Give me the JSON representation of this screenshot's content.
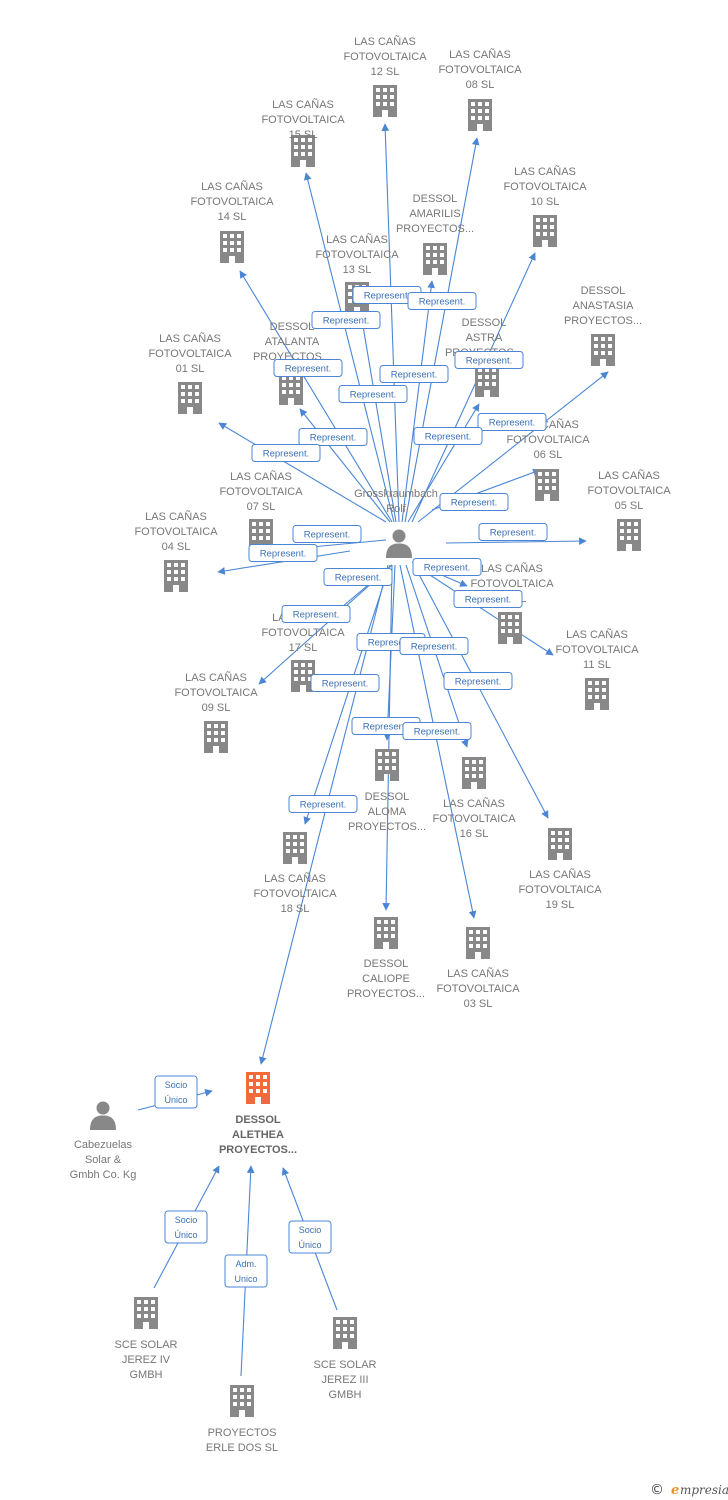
{
  "colors": {
    "edge": "#4a86d4",
    "node_icon": "#888888",
    "focus_icon": "#f26a3b",
    "label": "#777777"
  },
  "nodes": [
    {
      "id": "rolf",
      "icon": "person-icon",
      "lines": [
        "Grosskraumbach",
        "Rolf"
      ]
    },
    {
      "id": "c12",
      "icon": "building-icon",
      "lines": [
        "LAS CAÑAS",
        "FOTOVOLTAICA",
        "12 SL"
      ]
    },
    {
      "id": "c08",
      "icon": "building-icon",
      "lines": [
        "LAS CAÑAS",
        "FOTOVOLTAICA",
        "08 SL"
      ]
    },
    {
      "id": "c15",
      "icon": "building-icon",
      "lines": [
        "LAS CAÑAS",
        "FOTOVOLTAICA",
        "15 SL"
      ]
    },
    {
      "id": "c10",
      "icon": "building-icon",
      "lines": [
        "LAS CAÑAS",
        "FOTOVOLTAICA",
        "10 SL"
      ]
    },
    {
      "id": "c14",
      "icon": "building-icon",
      "lines": [
        "LAS CAÑAS",
        "FOTOVOLTAICA",
        "14 SL"
      ]
    },
    {
      "id": "amarilis",
      "icon": "building-icon",
      "lines": [
        "DESSOL",
        "AMARILIS",
        "PROYECTOS..."
      ]
    },
    {
      "id": "c13",
      "icon": "building-icon",
      "lines": [
        "LAS CAÑAS",
        "FOTOVOLTAICA",
        "13 SL"
      ]
    },
    {
      "id": "anastasia",
      "icon": "building-icon",
      "lines": [
        "DESSOL",
        "ANASTASIA",
        "PROYECTOS..."
      ]
    },
    {
      "id": "atalanta",
      "icon": "building-icon",
      "lines": [
        "DESSOL",
        "ATALANTA",
        "PROYECTOS..."
      ]
    },
    {
      "id": "astra",
      "icon": "building-icon",
      "lines": [
        "DESSOL",
        "ASTRA",
        "PROYECTOS..."
      ]
    },
    {
      "id": "c01",
      "icon": "building-icon",
      "lines": [
        "LAS CAÑAS",
        "FOTOVOLTAICA",
        "01 SL"
      ]
    },
    {
      "id": "c06",
      "icon": "building-icon",
      "lines": [
        "LAS CAÑAS",
        "FOTOVOLTAICA",
        "06 SL"
      ]
    },
    {
      "id": "c07",
      "icon": "building-icon",
      "lines": [
        "LAS CAÑAS",
        "FOTOVOLTAICA",
        "07 SL"
      ]
    },
    {
      "id": "c05",
      "icon": "building-icon",
      "lines": [
        "LAS CAÑAS",
        "FOTOVOLTAICA",
        "05 SL"
      ]
    },
    {
      "id": "c04",
      "icon": "building-icon",
      "lines": [
        "LAS CAÑAS",
        "FOTOVOLTAICA",
        "04 SL"
      ]
    },
    {
      "id": "c02",
      "icon": "building-icon",
      "lines": [
        "LAS CAÑAS",
        "FOTOVOLTAICA",
        "02 SL"
      ]
    },
    {
      "id": "c17",
      "icon": "building-icon",
      "lines": [
        "LAS CAÑAS",
        "FOTOVOLTAICA",
        "17 SL"
      ]
    },
    {
      "id": "c11",
      "icon": "building-icon",
      "lines": [
        "LAS CAÑAS",
        "FOTOVOLTAICA",
        "11 SL"
      ]
    },
    {
      "id": "c09",
      "icon": "building-icon",
      "lines": [
        "LAS CAÑAS",
        "FOTOVOLTAICA",
        "09 SL"
      ]
    },
    {
      "id": "aloma",
      "icon": "building-icon",
      "lines": [
        "DESSOL",
        "ALOMA",
        "PROYECTOS..."
      ]
    },
    {
      "id": "c16",
      "icon": "building-icon",
      "lines": [
        "LAS CAÑAS",
        "FOTOVOLTAICA",
        "16 SL"
      ]
    },
    {
      "id": "c19",
      "icon": "building-icon",
      "lines": [
        "LAS CAÑAS",
        "FOTOVOLTAICA",
        "19 SL"
      ]
    },
    {
      "id": "c18",
      "icon": "building-icon",
      "lines": [
        "LAS CAÑAS",
        "FOTOVOLTAICA",
        "18 SL"
      ]
    },
    {
      "id": "caliope",
      "icon": "building-icon",
      "lines": [
        "DESSOL",
        "CALIOPE",
        "PROYECTOS..."
      ]
    },
    {
      "id": "c03",
      "icon": "building-icon",
      "lines": [
        "LAS CAÑAS",
        "FOTOVOLTAICA",
        "03 SL"
      ]
    },
    {
      "id": "alethea",
      "icon": "building-icon",
      "focus": true,
      "lines": [
        "DESSOL",
        "ALETHEA",
        "PROYECTOS..."
      ]
    },
    {
      "id": "cabezuelas",
      "icon": "person-icon",
      "lines": [
        "Cabezuelas",
        "Solar &",
        "Gmbh Co.  Kg"
      ]
    },
    {
      "id": "jerez4",
      "icon": "building-icon",
      "lines": [
        "SCE SOLAR",
        "JEREZ IV",
        "GMBH"
      ]
    },
    {
      "id": "jerez3",
      "icon": "building-icon",
      "lines": [
        "SCE SOLAR",
        "JEREZ III",
        "GMBH"
      ]
    },
    {
      "id": "erle",
      "icon": "building-icon",
      "lines": [
        "PROYECTOS",
        "ERLE DOS  SL"
      ]
    }
  ],
  "edges": [
    {
      "from": "rolf",
      "to": "c12",
      "label": [
        "Represent."
      ]
    },
    {
      "from": "rolf",
      "to": "c08",
      "label": [
        "Represent."
      ]
    },
    {
      "from": "rolf",
      "to": "c15",
      "label": [
        "Represent."
      ]
    },
    {
      "from": "rolf",
      "to": "c10",
      "label": [
        "Represent."
      ]
    },
    {
      "from": "rolf",
      "to": "c14",
      "label": [
        "Represent."
      ]
    },
    {
      "from": "rolf",
      "to": "amarilis",
      "label": [
        "Represent."
      ]
    },
    {
      "from": "rolf",
      "to": "c13",
      "label": [
        "Represent."
      ]
    },
    {
      "from": "rolf",
      "to": "anastasia",
      "label": [
        "Represent."
      ]
    },
    {
      "from": "rolf",
      "to": "atalanta",
      "label": [
        "Represent."
      ]
    },
    {
      "from": "rolf",
      "to": "astra",
      "label": [
        "Represent."
      ]
    },
    {
      "from": "rolf",
      "to": "c01",
      "label": [
        "Represent."
      ]
    },
    {
      "from": "rolf",
      "to": "c06",
      "label": [
        "Represent."
      ]
    },
    {
      "from": "rolf",
      "to": "c07",
      "label": [
        "Represent."
      ]
    },
    {
      "from": "rolf",
      "to": "c05",
      "label": [
        "Represent."
      ]
    },
    {
      "from": "rolf",
      "to": "c04",
      "label": [
        "Represent."
      ]
    },
    {
      "from": "rolf",
      "to": "c02",
      "label": [
        "Represent."
      ]
    },
    {
      "from": "rolf",
      "to": "c17",
      "label": [
        "Represent."
      ]
    },
    {
      "from": "rolf",
      "to": "c11",
      "label": [
        "Represent."
      ]
    },
    {
      "from": "rolf",
      "to": "c09",
      "label": [
        "Represent."
      ]
    },
    {
      "from": "rolf",
      "to": "aloma",
      "label": [
        "Represent."
      ]
    },
    {
      "from": "rolf",
      "to": "c16",
      "label": [
        "Represent."
      ]
    },
    {
      "from": "rolf",
      "to": "c19",
      "label": [
        "Represent."
      ]
    },
    {
      "from": "rolf",
      "to": "c18",
      "label": [
        "Represent."
      ]
    },
    {
      "from": "rolf",
      "to": "caliope",
      "label": [
        "Represent."
      ]
    },
    {
      "from": "rolf",
      "to": "c03",
      "label": [
        "Represent."
      ]
    },
    {
      "from": "rolf",
      "to": "alethea",
      "label": [
        "Represent."
      ]
    },
    {
      "from": "cabezuelas",
      "to": "alethea",
      "label": [
        "Socio",
        "Único"
      ]
    },
    {
      "from": "jerez4",
      "to": "alethea",
      "label": [
        "Socio",
        "Único"
      ]
    },
    {
      "from": "erle",
      "to": "alethea",
      "label": [
        "Adm.",
        "Unico"
      ]
    },
    {
      "from": "jerez3",
      "to": "alethea",
      "label": [
        "Socio",
        "Único"
      ]
    }
  ],
  "footer": {
    "copyright": "©",
    "brand_initial": "e",
    "brand_rest": "mpresia"
  }
}
